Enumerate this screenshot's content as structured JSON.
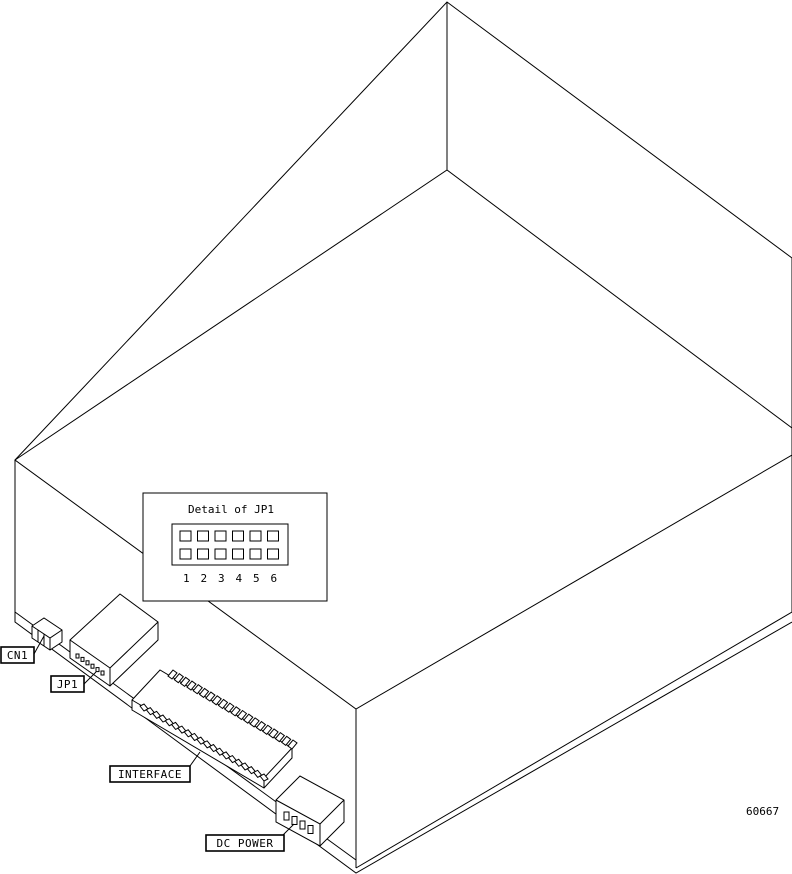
{
  "detail": {
    "title": "Detail of JP1",
    "pin_numbers": [
      "1",
      "2",
      "3",
      "4",
      "5",
      "6"
    ]
  },
  "labels": {
    "cn1": "CN1",
    "jp1": "JP1",
    "interface": "INTERFACE",
    "dc_power": "DC POWER"
  },
  "figure_number": "60667"
}
